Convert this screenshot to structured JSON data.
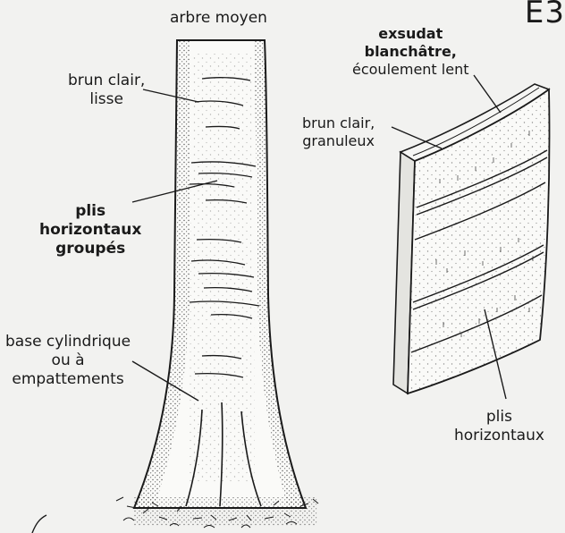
{
  "corner_code": "E3",
  "labels": {
    "tree_size": "arbre moyen",
    "bark_surface": [
      "brun clair,",
      "lisse"
    ],
    "folds_grouped": [
      "plis",
      "horizontaux",
      "groupés"
    ],
    "base": [
      "base cylindrique",
      "ou à",
      "empattements"
    ],
    "exudate": [
      "exsudat",
      "blanchâtre,",
      "écoulement lent"
    ],
    "slash": [
      "brun clair,",
      "granuleux"
    ],
    "folds": [
      "plis",
      "horizontaux"
    ]
  },
  "colors": {
    "ink": "#1a1a1a",
    "paper": "#f2f2f0",
    "bark": "#fafaf8"
  }
}
